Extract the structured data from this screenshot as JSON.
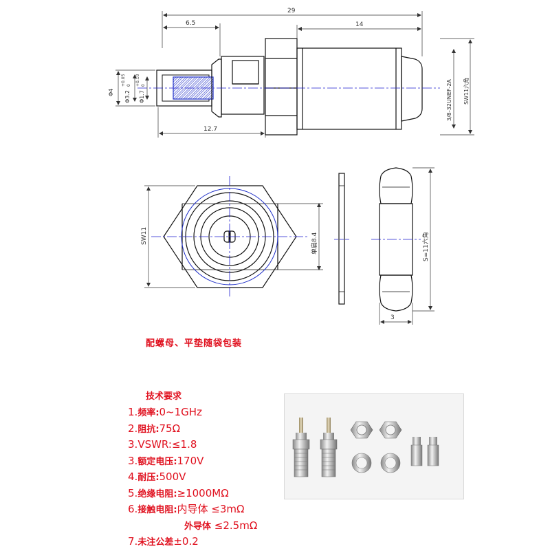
{
  "drawing": {
    "colors": {
      "line": "#111111",
      "dim": "#333333",
      "center": "#1f1fd0",
      "hatch": "#2030c8",
      "accent": "#e0101e"
    },
    "dims": {
      "overall_length": "29",
      "pin_length": "6.5",
      "thread_length": "14",
      "body_length": "12.7",
      "outer_dia": "Φ4",
      "bore_dia": "Φ3.2",
      "bore_tol": "+0.05",
      "bore_tol_low": "0",
      "pin_dia": "Φ1.7",
      "pin_tol": "+0.10",
      "pin_tol_low": "0",
      "thread_spec": "3/8-32UNEF-2A",
      "hex_side": "SW11六角",
      "hex_front": "SW11",
      "flat_width": "单扁8.4",
      "nut_width": "3",
      "nut_size": "S=11六角"
    }
  },
  "note": "配螺母、平垫随袋包装",
  "tech": {
    "title": "技术要求",
    "items": [
      {
        "num": "1.",
        "label": "频率:",
        "value": "0~1GHz"
      },
      {
        "num": "2.",
        "label": "阻抗:",
        "value": "75Ω"
      },
      {
        "num": "3.",
        "label": "VSWR:",
        "value": "≤1.8"
      },
      {
        "num": "3.",
        "label": "额定电压:",
        "value": "170V"
      },
      {
        "num": "4.",
        "label": "耐压:",
        "value": "500V"
      },
      {
        "num": "5.",
        "label": "绝缘电阻:",
        "value": "≥1000MΩ"
      },
      {
        "num": "6.",
        "label": "接触电阻:",
        "value": "内导体 ≤3mΩ"
      }
    ],
    "sub_item": {
      "label": "外导体",
      "value": "≤2.5mΩ"
    },
    "last_item": {
      "num": "7.",
      "label": "未注公差",
      "value": "±0.2"
    }
  },
  "photo": {
    "items": [
      "connector",
      "connector",
      "nut",
      "nut",
      "washer",
      "washer",
      "sleeve",
      "sleeve"
    ]
  }
}
